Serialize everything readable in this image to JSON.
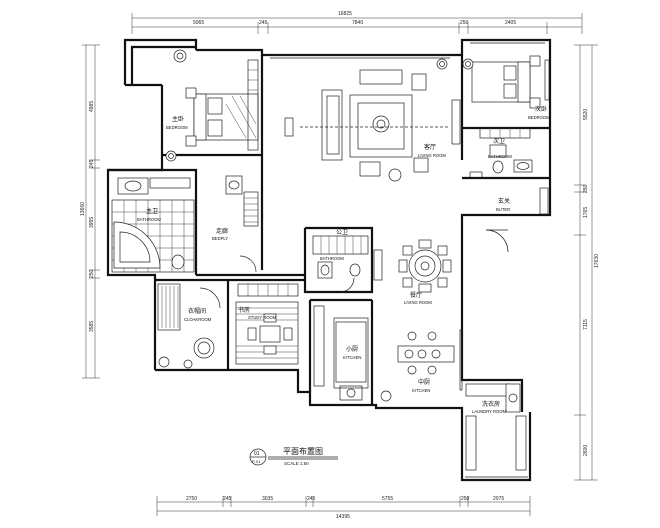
{
  "dimensions": {
    "top_total": "16825",
    "top_segments": [
      "5065",
      "245",
      "7840",
      "250",
      "2405"
    ],
    "bottom_total": "14395",
    "bottom_segments": [
      "2750",
      "245",
      "3035",
      "245",
      "5755",
      "250",
      "2075"
    ],
    "left_segments": [
      "4985",
      "245",
      "3955",
      "250",
      "3585"
    ],
    "left_total": "13660",
    "right_segments": [
      "5520",
      "250",
      "1765",
      "7115",
      "2600"
    ],
    "right_total": "17630"
  },
  "rooms": {
    "master_bedroom": {
      "cn": "主卧",
      "en": "BEDROOM"
    },
    "second_bedroom": {
      "cn": "次卧",
      "en": "BEDROOM"
    },
    "master_bath": {
      "cn": "主卫",
      "en": "BATHROOM"
    },
    "living_room": {
      "cn": "客厅",
      "en": "LIVING ROOM"
    },
    "corridor": {
      "cn": "走廊",
      "en": "BEDPLY"
    },
    "entry": {
      "cn": "玄关",
      "en": "BUTER"
    },
    "second_bath": {
      "cn": "次卫",
      "en": "BATHROOM"
    },
    "public_bath": {
      "cn": "公卫",
      "en": "BATHROOM"
    },
    "dining_room": {
      "cn": "餐厅",
      "en": "LIVING ROOM"
    },
    "cloakroom": {
      "cn": "衣帽间",
      "en": "CLOAKROOM"
    },
    "study": {
      "cn": "书房",
      "en": "STUDY ROOM"
    },
    "kitchen_small": {
      "cn": "小厨",
      "en": "KITCHEN"
    },
    "kitchen_main": {
      "cn": "中厨",
      "en": "KITCHEN"
    },
    "laundry": {
      "cn": "洗衣房",
      "en": "LAUNDRY ROOM"
    }
  },
  "title_block": {
    "number": "01",
    "sheet": "P-01",
    "title": "平面布置图",
    "scale": "SCALE 1:60"
  }
}
